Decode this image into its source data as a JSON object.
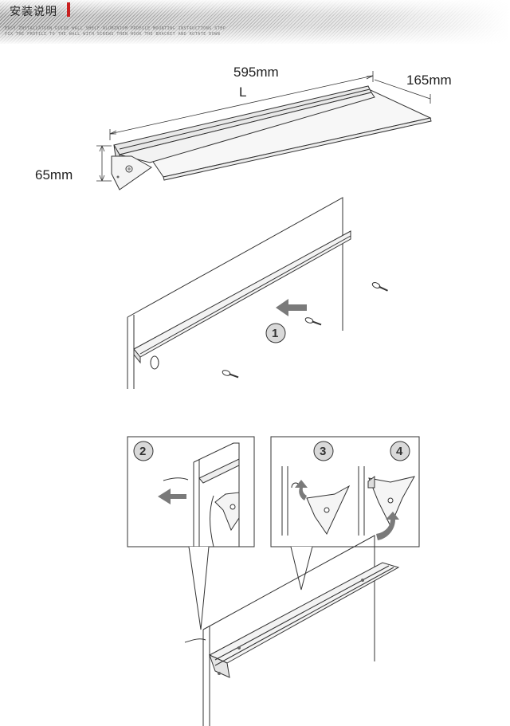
{
  "header": {
    "title": "安装说明",
    "subtitle_line1": "EASY INSTALLATION GUIDE WALL SHELF ALUMINIUM PROFILE MOUNTING INSTRUCTIONS STEP",
    "subtitle_line2": "FIX THE PROFILE TO THE WALL WITH SCREWS THEN HOOK THE BRACKET AND ROTATE DOWN"
  },
  "dimensions": {
    "length": "595mm",
    "length_symbol": "L",
    "depth": "165mm",
    "height": "65mm"
  },
  "steps": [
    "1",
    "2",
    "3",
    "4"
  ],
  "colors": {
    "accent": "#c81e1e",
    "line": "#333333",
    "arrow": "#7a7a7a",
    "badge": "#d9d9d9"
  }
}
